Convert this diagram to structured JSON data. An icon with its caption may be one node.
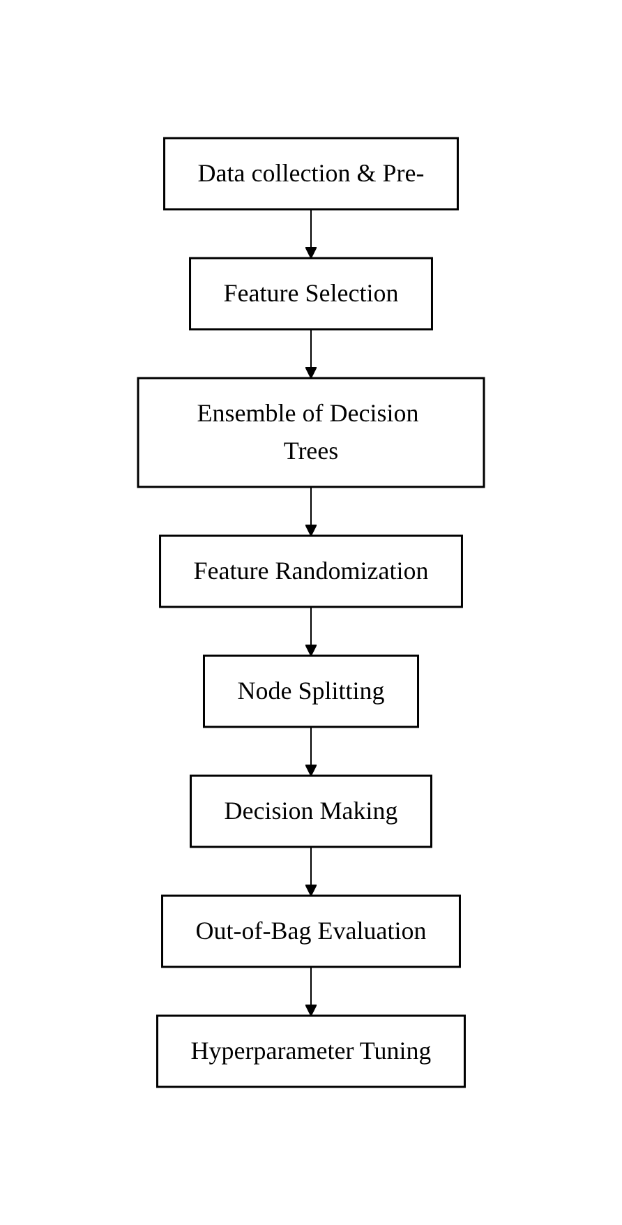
{
  "diagram": {
    "nodes": [
      {
        "text": [
          "Data collection & Pre-"
        ]
      },
      {
        "text": [
          "Feature Selection"
        ]
      },
      {
        "text": [
          "Ensemble of Decision Trees"
        ]
      },
      {
        "text": [
          "Feature Randomization"
        ]
      },
      {
        "text": [
          "Node Splitting"
        ]
      },
      {
        "text": [
          "Decision Making"
        ]
      },
      {
        "text": [
          "Out-of-Bag Evaluation"
        ]
      },
      {
        "text": [
          "Hyperparameter Tuning"
        ]
      }
    ],
    "edges": [
      {
        "from": 0,
        "to": 1,
        "arrow": "to"
      },
      {
        "from": 1,
        "to": 2,
        "arrow": "to"
      },
      {
        "from": 2,
        "to": 3,
        "arrow": "to"
      },
      {
        "from": 3,
        "to": 4,
        "arrow": "to"
      },
      {
        "from": 4,
        "to": 5,
        "arrow": "to"
      },
      {
        "from": 5,
        "to": 6,
        "arrow": "to"
      },
      {
        "from": 6,
        "to": 7,
        "arrow": "to"
      }
    ]
  }
}
